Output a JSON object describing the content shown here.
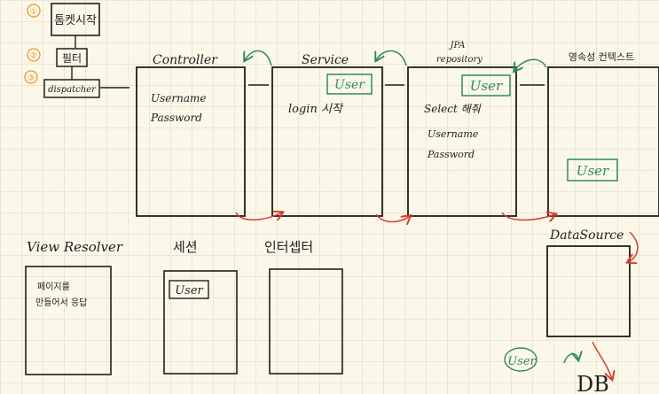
{
  "steps": [
    {
      "number": "①",
      "label": "톰켓시작"
    },
    {
      "number": "②",
      "label": "필터"
    },
    {
      "number": "③",
      "label": "dispatcher"
    }
  ],
  "layers": {
    "controller": {
      "title": "Controller",
      "lines": [
        "Username",
        "Password"
      ]
    },
    "service": {
      "title": "Service",
      "lines": [
        "login 시작"
      ],
      "tag": "User"
    },
    "repository": {
      "title_line1": "JPA",
      "title_line2": "repository",
      "lines": [
        "Select 해줘",
        "Username",
        "Password"
      ],
      "tag": "User"
    },
    "context": {
      "title": "영속성 컨텍스트",
      "tag": "User"
    },
    "datasource": {
      "title": "DataSource"
    },
    "db": {
      "label": "DB",
      "tag": "User"
    }
  },
  "bottom": {
    "view_resolver": {
      "title": "View Resolver",
      "lines": [
        "페이지를",
        "만들어서 응답"
      ]
    },
    "session": {
      "title": "세션",
      "tag": "User"
    },
    "interceptor": {
      "title": "인터셉터"
    }
  },
  "colors": {
    "ink": "#1e1e1e",
    "green": "#2f8a5b",
    "red": "#d6392f",
    "orange": "#e8962f",
    "paper": "#fbf8ea",
    "grid": "#ebe6d3"
  }
}
